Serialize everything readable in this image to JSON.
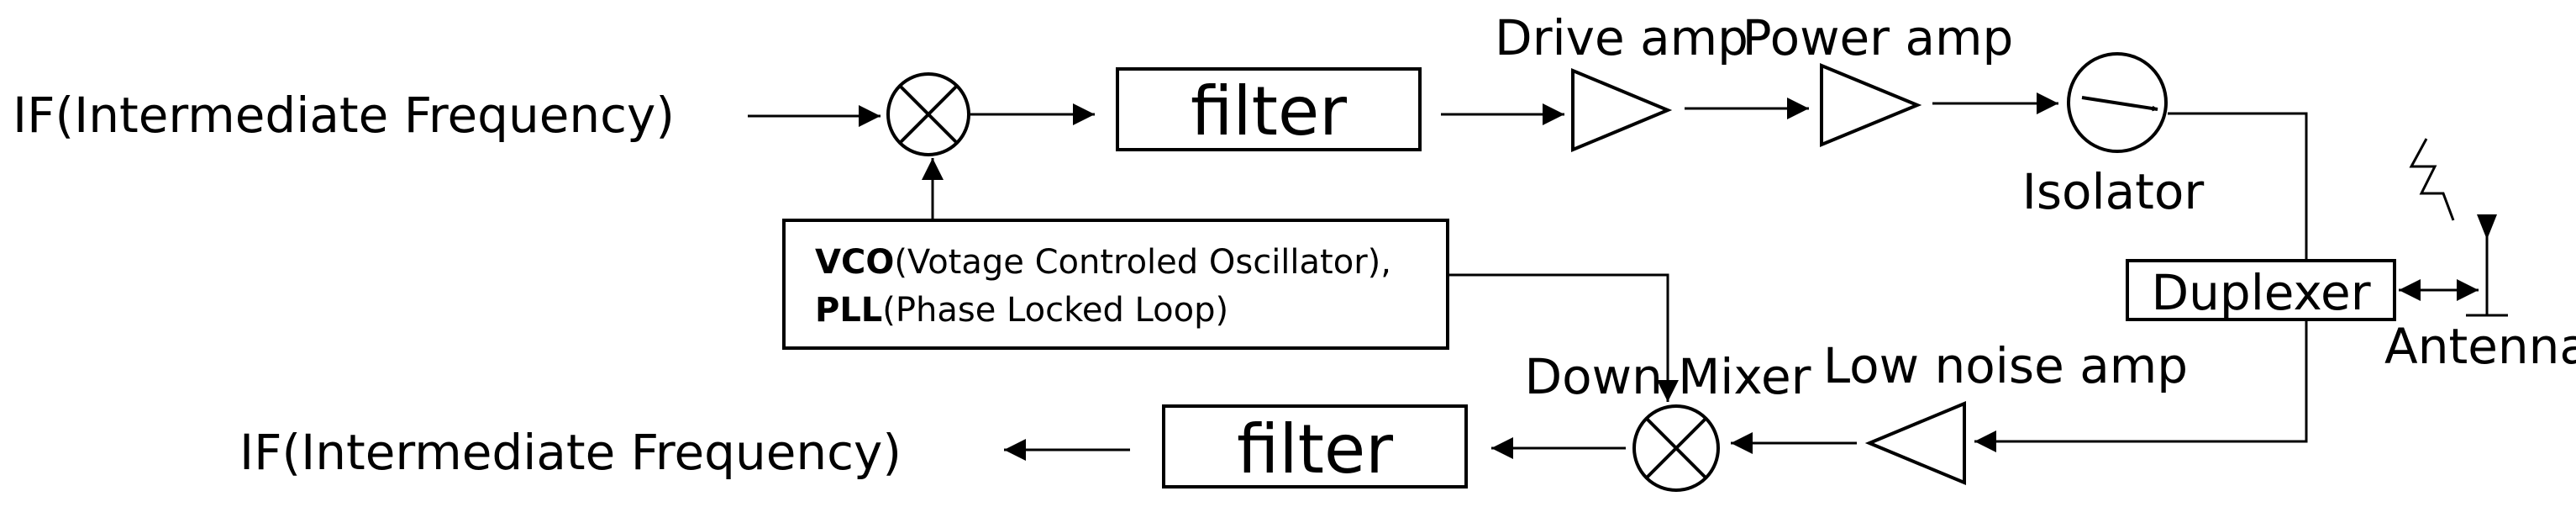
{
  "tx": {
    "if_label": "IF(Intermediate Frequency)",
    "filter_label": "filter",
    "drive_amp_label": "Drive amp",
    "power_amp_label": "Power amp",
    "isolator_label": "Isolator"
  },
  "rx": {
    "if_label": "IF(Intermediate Frequency)",
    "filter_label": "filter",
    "down_mixer_label": "Down Mixer",
    "lna_label": "Low noise amp"
  },
  "vco_box": {
    "vco_abbr": "VCO",
    "vco_full": "(Votage Controled Oscillator),",
    "pll_abbr": "PLL",
    "pll_full": "(Phase Locked Loop)"
  },
  "duplexer_label": "Duplexer",
  "antenna_label": "Antenna"
}
